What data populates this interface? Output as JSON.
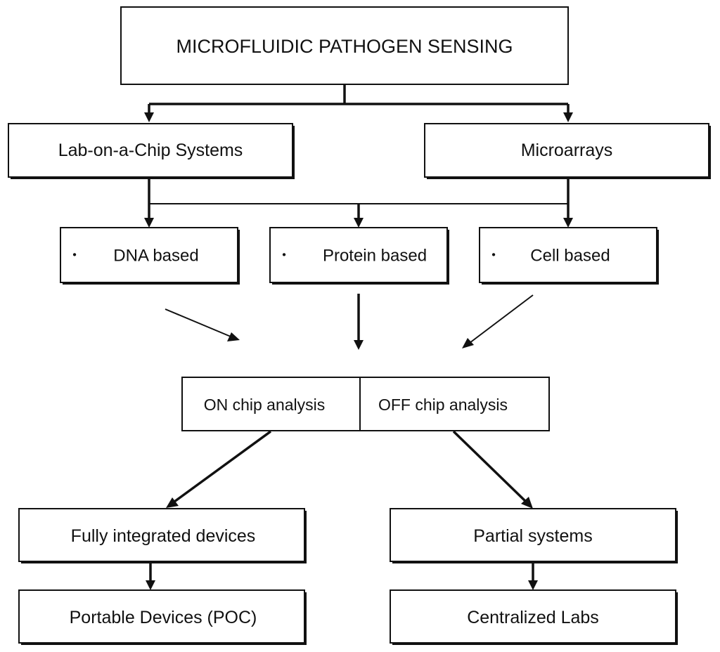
{
  "nodes": {
    "root": "MICROFLUIDIC PATHOGEN SENSING",
    "lab_on_chip": "Lab-on-a-Chip Systems",
    "microarrays": "Microarrays",
    "dna": "DNA based",
    "protein": "Protein based",
    "cell": "Cell based",
    "on_chip": "ON chip analysis",
    "off_chip": "OFF chip analysis",
    "fully_integrated": "Fully integrated devices",
    "partial": "Partial systems",
    "portable": "Portable Devices (POC)",
    "centralized": "Centralized Labs"
  },
  "bullet_glyph": "•",
  "colors": {
    "stroke": "#111111",
    "background": "#ffffff"
  }
}
